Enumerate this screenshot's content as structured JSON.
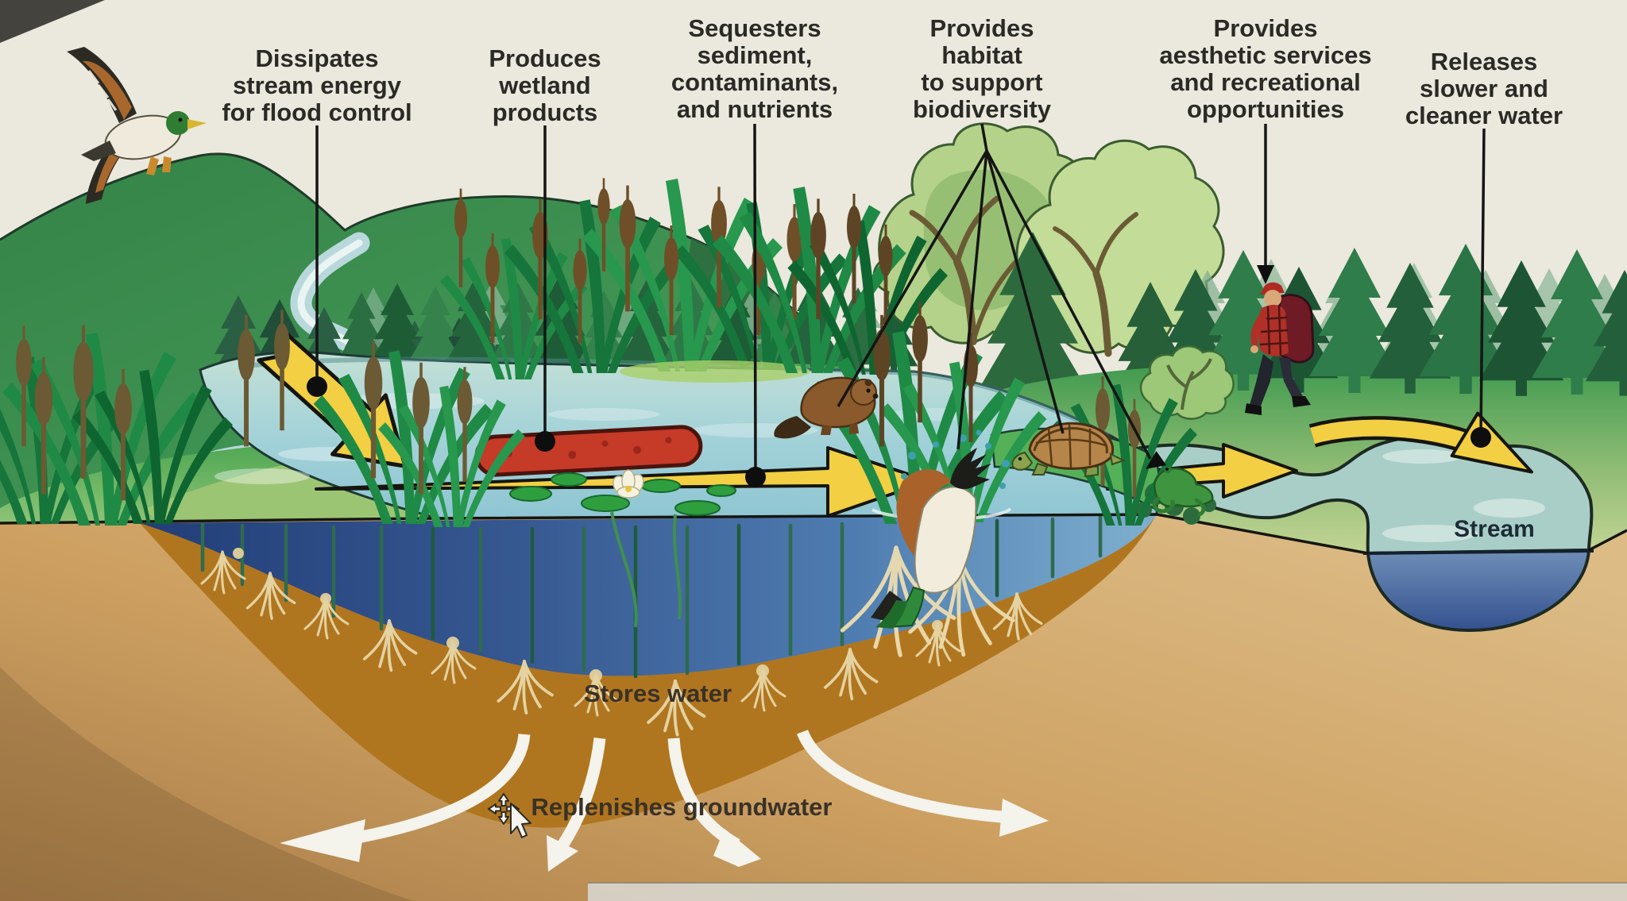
{
  "title": "Wetland ecosystem services diagram",
  "labels": {
    "dissipates": {
      "lines": [
        "Dissipates",
        "stream energy",
        "for flood control"
      ]
    },
    "produces": {
      "lines": [
        "Produces",
        "wetland",
        "products"
      ]
    },
    "sequesters": {
      "lines": [
        "Sequesters",
        "sediment,",
        "contaminants,",
        "and nutrients"
      ]
    },
    "habitat": {
      "lines": [
        "Provides",
        "habitat",
        "to support",
        "biodiversity"
      ]
    },
    "aesthetic": {
      "lines": [
        "Provides",
        "aesthetic services",
        "and recreational",
        "opportunities"
      ]
    },
    "releases": {
      "lines": [
        "Releases",
        "slower and",
        "cleaner water"
      ]
    },
    "stores_water": "Stores water",
    "replenishes_groundwater": "Replenishes groundwater",
    "stream": "Stream"
  },
  "icons": [
    "mallard-duck-icon",
    "beaver-icon",
    "turtle-icon",
    "diving-duck-icon",
    "frog-icon",
    "hiker-icon",
    "flow-arrow-icon",
    "groundwater-arrow-icon",
    "move-cursor-icon",
    "cattail-icon",
    "lily-pad-icon"
  ],
  "colors": {
    "background": "#ebe8dd",
    "label_text": "#2a2a26",
    "mountain_green": "#3f9352",
    "forest_dark": "#1d5534",
    "forest_mid": "#2e7d4a",
    "meadow_light": "#c2d494",
    "pond_surface": "#a3d2d8",
    "pond_deep": "#2e4a85",
    "soil_light": "#cda061",
    "soil_saturated": "#b0761f",
    "arrow_yellow": "#f2cf43",
    "wetland_product_red": "#c63a28",
    "groundwater_arrow_white": "#f4f3ec",
    "stream_water": "#a9cec7"
  }
}
